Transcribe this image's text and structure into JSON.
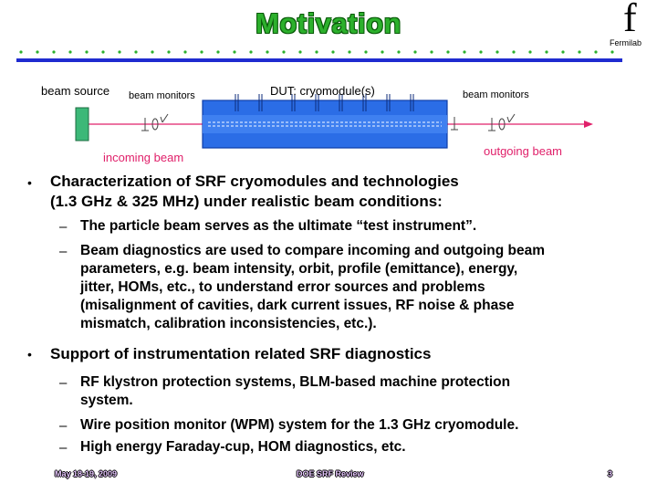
{
  "slide": {
    "title": "Motivation",
    "logo_glyph": "f",
    "logo_text": "Fermilab"
  },
  "diagram": {
    "beam_source": "beam source",
    "beam_monitors_left": "beam monitors",
    "dut": "DUT: cryomodule(s)",
    "beam_monitors_right": "beam monitors",
    "incoming_beam": "incoming beam",
    "outgoing_beam": "outgoing beam"
  },
  "bullets": [
    {
      "text_l1": "Characterization of SRF cryomodules and technologies",
      "text_l2": "(1.3 GHz & 325 MHz) under realistic beam conditions:",
      "subs": [
        {
          "lines": [
            "The particle beam serves as the ultimate “test instrument”."
          ]
        },
        {
          "lines": [
            "Beam diagnostics are used to compare incoming and outgoing beam",
            "parameters, e.g. beam intensity, orbit, profile (emittance), energy,",
            "jitter, HOMs, etc., to understand error sources and problems",
            "(misalignment of cavities, dark current issues, RF noise & phase",
            "mismatch, calibration inconsistencies, etc.)."
          ]
        }
      ]
    },
    {
      "text_l1": "Support of instrumentation related SRF diagnostics",
      "subs": [
        {
          "lines": [
            "RF klystron protection systems, BLM-based machine protection",
            "system."
          ]
        },
        {
          "lines": [
            "Wire position monitor (WPM) system for the 1.3 GHz cryomodule."
          ]
        },
        {
          "lines": [
            "High energy Faraday-cup, HOM diagnostics, etc."
          ]
        }
      ]
    }
  ],
  "footer": {
    "date": "May 18-19, 2009",
    "review": "DOE SRF Review",
    "page": "3"
  },
  "colors": {
    "title_green": "#2cb02c",
    "rule_blue": "#1f2bd0",
    "beam_red": "#e0206a",
    "source_green": "#3cb878",
    "cryo_blue": "#2b6de6"
  }
}
